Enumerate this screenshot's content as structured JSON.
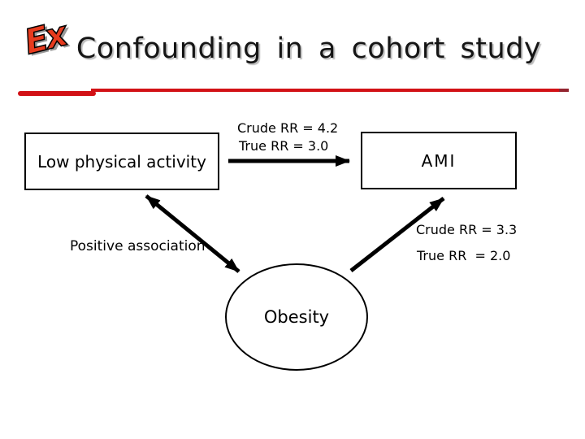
{
  "slide": {
    "logo_text": "Ex",
    "title": "Confounding in a cohort study"
  },
  "diagram": {
    "exposure_box_label": "Low physical activity",
    "outcome_box_label": "AMI",
    "confounder_label": "Obesity",
    "exposure_outcome_arrow": {
      "crude_rr": "Crude RR = 4.2",
      "true_rr": "True RR = 3.0"
    },
    "exposure_confounder_arrow": {
      "label": "Positive association"
    },
    "confounder_outcome_arrow": {
      "crude_rr": "Crude RR = 3.3",
      "true_rr": "True RR  = 2.0"
    }
  },
  "colors": {
    "accent_red": "#d21116",
    "accent_red_dark": "#93242f",
    "logo_red": "#e73b1e",
    "title_color": "#151515",
    "arrow_black": "#000000"
  }
}
